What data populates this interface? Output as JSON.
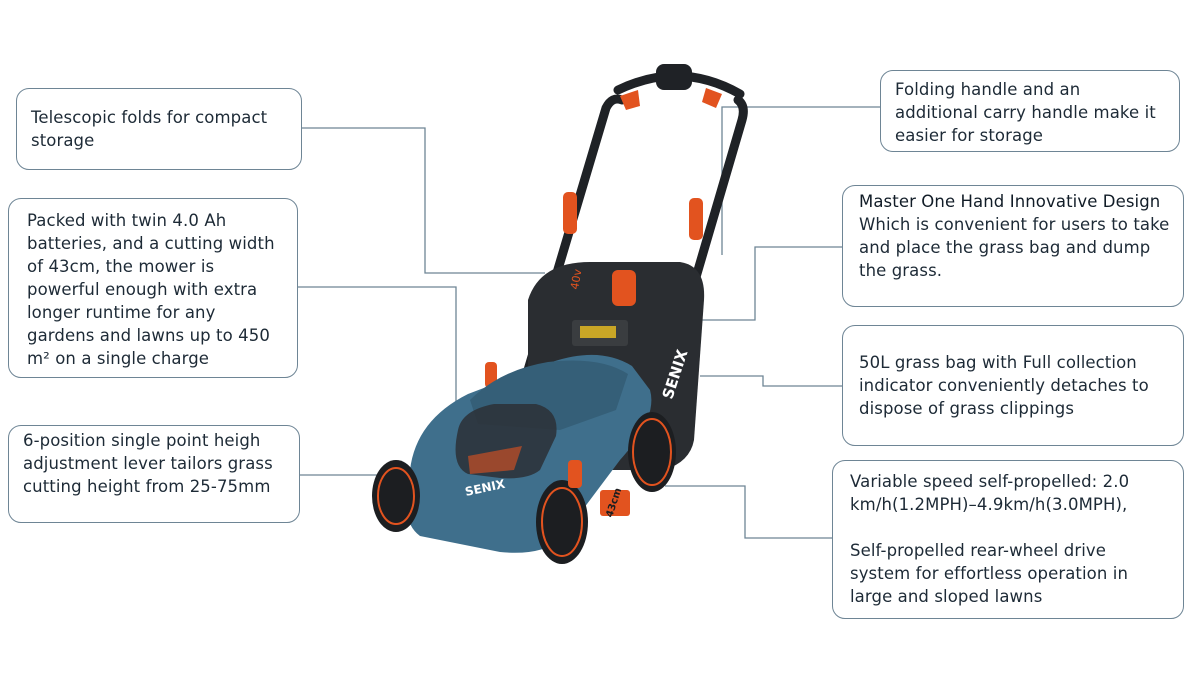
{
  "colors": {
    "deck_blue": "#3f6f8c",
    "accent_orange": "#e2531f",
    "body_black": "#25282b",
    "callout_border": "#6e8595",
    "leader_line": "#6e8595"
  },
  "product": {
    "brand_deck": "SENIX",
    "brand_bag": "SENIX",
    "voltage_badge": "40v",
    "width_badge": "43cm"
  },
  "callouts": {
    "telescopic": "Telescopic folds for compact storage",
    "batteries": "Packed with twin 4.0 Ah batteries, and a cutting width of 43cm, the mower is powerful enough with extra longer runtime for any gardens and lawns up to 450 m² on a single charge",
    "height_adjust": "6-position single point heigh adjustment lever tailors grass cutting height from 25-75mm",
    "folding_handle": "Folding handle and an additional carry handle make it easier for storage",
    "one_hand_title": "Master One Hand Innovative Design",
    "one_hand_body": "Which is convenient for users to take and place the grass bag and dump the grass.",
    "grass_bag": "50L grass bag with Full collection indicator conveniently detaches to dispose of grass clippings",
    "speed": "Variable speed self-propelled: 2.0 km/h(1.2MPH)–4.9km/h(3.0MPH),",
    "rear_drive": "Self-propelled rear-wheel drive system for effortless operation in large and sloped lawns"
  }
}
